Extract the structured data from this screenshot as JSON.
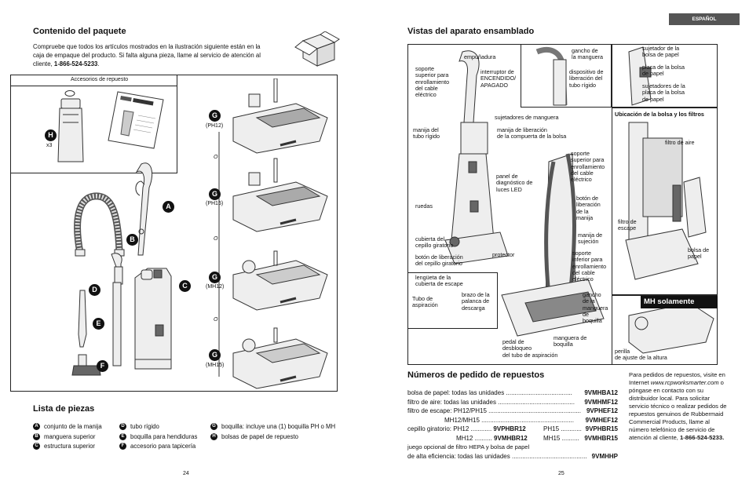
{
  "lang_tab": "ESPAÑOL",
  "left": {
    "title": "Contenido del paquete",
    "intro": "Compruebe que todos los artículos mostrados en la ilustración siguiente están en la caja de empaque del producto. Si falta alguna pieza, llame al servicio de atención al cliente, ",
    "phone": "1-866-524-5233",
    "intro_end": ".",
    "acc_title": "Accesorios de repuesto",
    "h_qty": "x3",
    "g_models": [
      "(PH12)",
      "(PH15)",
      "(MH12)",
      "(MH15)"
    ],
    "or_word": "O",
    "parts_title": "Lista de piezas",
    "parts": [
      {
        "key": "A",
        "label": "conjunto de la manija"
      },
      {
        "key": "B",
        "label": "manguera superior"
      },
      {
        "key": "C",
        "label": "estructura superior"
      },
      {
        "key": "D",
        "label": "tubo rígido"
      },
      {
        "key": "E",
        "label": "boquilla para hendiduras"
      },
      {
        "key": "F",
        "label": "accesorio para tapicería"
      },
      {
        "key": "G",
        "label": "boquilla: incluye una (1) boquilla PH o MH"
      },
      {
        "key": "H",
        "label": "bolsas de papel de repuesto"
      }
    ],
    "page": "24"
  },
  "right": {
    "title": "Vistas del aparato ensamblado",
    "callouts": {
      "empunadura": "empuñadura",
      "soporte_sup": "soporte\nsuperior para\nenrollamiento\ndel cable\neléctrico",
      "interruptor": "interruptor de\nENCENDIDO/\nAPAGADO",
      "gancho_manguera": "gancho de\nla manguera",
      "dispositivo": "dispositivo de\nliberación del\ntubo rígido",
      "sujetador": "sujetador de la\nbolsa de papel",
      "placa": "placa de la bolsa\nde papel",
      "sujetadores_placa": "sujetadores de la\nplaca de la bolsa\nde papel",
      "sujetadores_manguera": "sujetadores de manguera",
      "manija_tubo": "manija del\ntubo rígido",
      "manija_lib": "manija de liberación\nde la compuerta de la bolsa",
      "soporte_sup2": "soporte\nsuperior para\nenrollamiento\ndel cable\neléctrico",
      "panel": "panel de\ndiagnóstico de\nluces LED",
      "ruedas": "ruedas",
      "boton_manija": "botón de\nliberación\nde la\nmanija",
      "manija_sujecion": "manija de\nsujeción",
      "cubierta": "cubierta del\ncepillo giratorio",
      "boton_cepillo": "botón de liberación\ndel cepillo giratorio",
      "protector": "protector",
      "soporte_inf": "soporte\ninferior para\nenrollamiento\ndel cable\neléctrico",
      "lengueta": "lengüeta de la\ncubierta de escape",
      "tubo_asp": "Tubo de\naspiración",
      "brazo": "brazo de la\npalanca de\ndescarga",
      "gancho_boquilla": "gancho\nde la\nmanguera\nde\nboquilla",
      "manguera_boquilla": "manguera de\nboquilla",
      "pedal": "pedal de\ndesbloqueo\ndel tubo de aspiración",
      "perilla": "perilla\nde ajuste de la altura"
    },
    "ubicacion_title": "Ubicación de la bolsa y los filtros",
    "filtro_aire": "filtro de aire",
    "filtro_escape": "filtro de\nescape",
    "bolsa_papel": "bolsa de\npapel",
    "mh_only": "MH solamente",
    "parts_title": "Números de pedido de repuestos",
    "orders": [
      {
        "label": "bolsa de papel: todas las unidades ......................................",
        "code": "9VMHBA12"
      },
      {
        "label": "filtro de aire: todas las unidades ............................................",
        "code": "9VMHMF12"
      },
      {
        "label": "filtro de escape: PH12/PH15 .....................................................",
        "code": "9VPHEF12"
      },
      {
        "label": "MH12/MH15 .....................................................",
        "code": "9VMHEF12"
      }
    ],
    "cepillo_label": "cepillo giratorio:",
    "cepillo": [
      {
        "a": "PH12 ............",
        "ac": "9VPHBR12",
        "b": "PH15 ............",
        "bc": "9VPHBR15"
      },
      {
        "a": "MH12 ..........",
        "ac": "9VMHBR12",
        "b": "MH15 ..........",
        "bc": "9VMHBR15"
      }
    ],
    "hepa1": "juego opcional de filtro HEPA y bolsa de papel",
    "hepa2": "de alta eficiencia: todas las unidades ...........................................",
    "hepa_code": "9VMHHP",
    "side_note": "Para pedidos de repuestos, visite en Internet",
    "side_url": "www.rcpworksmarter.com",
    "side_note2": "o póngase en contacto con su distribuidor local. Para solicitar servicio técnico o realizar pedidos de repuestos genuinos de Rubbermaid Commercial Products, llame al número telefónico de servicio de atención al cliente,",
    "side_phone": "1-866-524-5233.",
    "page": "25"
  },
  "colors": {
    "accent": "#111111",
    "tab": "#555555",
    "rule": "#222222"
  }
}
